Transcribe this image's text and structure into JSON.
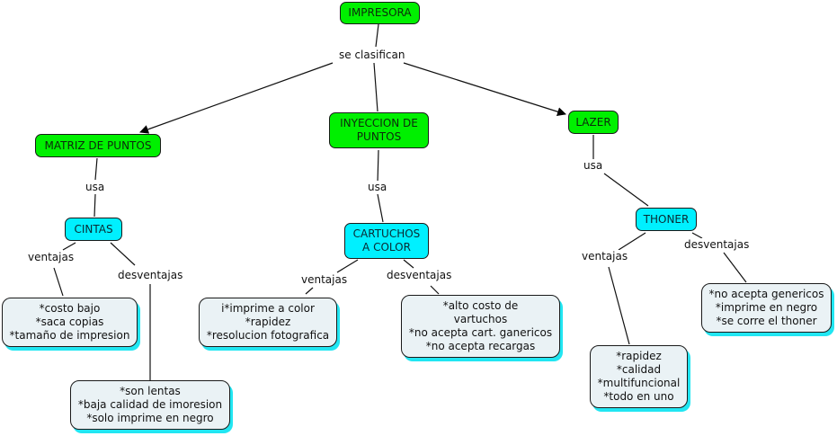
{
  "diagram": {
    "root": {
      "label": "IMPRESORA",
      "color": "#00f000"
    },
    "root_link": "se clasifican",
    "types": [
      {
        "label": "MATRIZ DE PUNTOS",
        "uses_link": "usa",
        "consumable": "CINTAS",
        "advantages_link": "ventajas",
        "advantages": "*costo bajo\n*saca copias\n*tamaño de impresion",
        "disadvantages_link": "desventajas",
        "disadvantages": "*son lentas\n*baja calidad de imoresion\n*solo imprime en negro"
      },
      {
        "label": "INYECCION DE\nPUNTOS",
        "uses_link": "usa",
        "consumable": "CARTUCHOS\nA COLOR",
        "advantages_link": "ventajas",
        "advantages": "i*imprime a color\n*rapidez\n*resolucion fotografica",
        "disadvantages_link": "desventajas",
        "disadvantages": "*alto costo de\nvartuchos\n*no acepta cart. ganericos\n*no acepta recargas"
      },
      {
        "label": "LAZER",
        "uses_link": "usa",
        "consumable": "THONER",
        "advantages_link": "ventajas",
        "advantages": "*rapidez\n*calidad\n*multifuncional\n*todo en uno",
        "disadvantages_link": "desventajas",
        "disadvantages": "*no acepta genericos\n*imprime en negro\n*se corre el thoner"
      }
    ],
    "colors": {
      "type_node": "#00f000",
      "consumable_node": "#00f0ff",
      "note_node": "#eaf2f5",
      "note_shadow": "#21e6f2"
    }
  }
}
